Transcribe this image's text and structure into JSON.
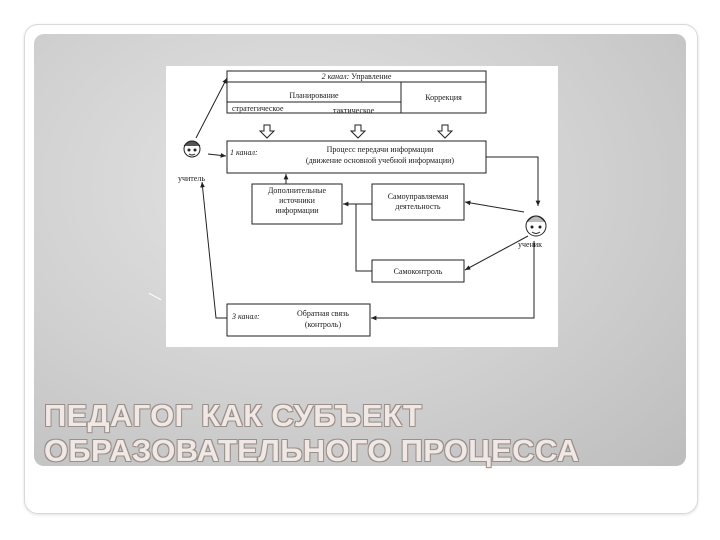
{
  "slide": {
    "title_line1": "ПЕДАГОГ КАК СУБЪЕКТ",
    "title_line2": "ОБРАЗОВАТЕЛЬНОГО ПРОЦЕССА"
  },
  "diagram": {
    "channel2": {
      "prefix": "2 канал:",
      "label": "Управление"
    },
    "planning": "Планирование",
    "correction": "Коррекция",
    "strategic": "стратегическое",
    "tactical": "тактическое",
    "channel1": {
      "prefix": "1 канал:",
      "line1": "Процесс передачи информации",
      "line2": "(движение основной учебной информации)"
    },
    "extra_sources": {
      "line1": "Дополнительные",
      "line2": "источники",
      "line3": "информации"
    },
    "self_managed": {
      "line1": "Самоуправляемая",
      "line2": "деятельность"
    },
    "self_control": "Самоконтроль",
    "channel3": {
      "prefix": "3 канал:",
      "line1": "Обратная связь",
      "line2": "(контроль)"
    },
    "teacher_label": "учитель",
    "student_label": "ученик"
  },
  "colors": {
    "panel": "#cfcfcf",
    "title_fill": "#f0e8e4",
    "title_outline": "#9a8f8a"
  },
  "icons": [
    "teacher-face-icon",
    "student-face-icon"
  ]
}
